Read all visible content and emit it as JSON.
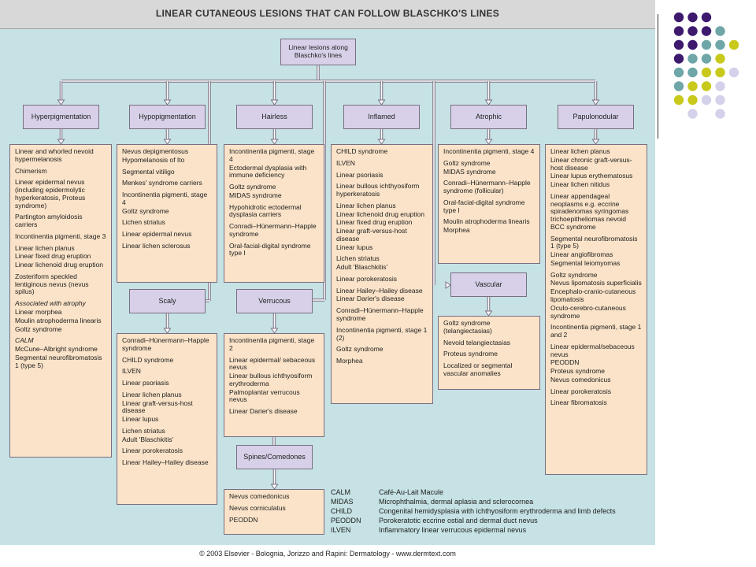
{
  "title": "LINEAR CUTANEOUS LESIONS THAT CAN FOLLOW BLASCHKO'S LINES",
  "root": "Linear lesions along Blaschko's lines",
  "categories": [
    {
      "id": "hyper",
      "label": "Hyperpigmentation",
      "items": [
        {
          "t": "Linear and whorled nevoid hypermelanosis"
        },
        {
          "t": "Chimerism"
        },
        {
          "t": "Linear epidermal nevus (including epidermolytic hyperkeratosis, Proteus syndrome)"
        },
        {
          "t": "Partington amyloidosis carriers"
        },
        {
          "t": "Incontinentia pigmenti, stage 3"
        },
        {
          "t": "Linear lichen planus",
          "nb": true
        },
        {
          "t": "Linear fixed drug eruption",
          "nb": true
        },
        {
          "t": "Linear lichenoid drug eruption"
        },
        {
          "t": "Zosteriform speckled lentiginous nevus (nevus spilus)"
        },
        {
          "t": "Associated with atrophy",
          "hg": true
        },
        {
          "t": "Linear morphea",
          "nb": true
        },
        {
          "t": "Moulin atrophoderma linearis",
          "nb": true
        },
        {
          "t": "Goltz syndrome"
        },
        {
          "t": "CALM",
          "hg": true
        },
        {
          "t": "McCune–Albright syndrome",
          "nb": true
        },
        {
          "t": "Segmental neurofibromatosis 1 (type 5)"
        }
      ]
    },
    {
      "id": "hypo",
      "label": "Hypopigmentation",
      "items": [
        {
          "t": "Nevus depigmentosus",
          "nb": true
        },
        {
          "t": "Hypomelanosis of Ito"
        },
        {
          "t": "Segmental vitiligo"
        },
        {
          "t": "Menkes' syndrome carriers"
        },
        {
          "t": "Incontinentia pigmenti, stage 4",
          "nb": true
        },
        {
          "t": "Goltz syndrome"
        },
        {
          "t": "Lichen striatus"
        },
        {
          "t": "Linear epidermal nevus"
        },
        {
          "t": "Linear lichen sclerosus"
        }
      ]
    },
    {
      "id": "hairless",
      "label": "Hairless",
      "items": [
        {
          "t": "Incontinentia pigmenti, stage 4",
          "nb": true
        },
        {
          "t": "Ectodermal dysplasia with immune deficiency"
        },
        {
          "t": "Goltz syndrome",
          "nb": true
        },
        {
          "t": "MIDAS syndrome"
        },
        {
          "t": "Hypohidrotic ectodermal dysplasia carriers"
        },
        {
          "t": "Conradi–Hünermann–Happle syndrome"
        },
        {
          "t": "Oral-facial-digital syndrome type I"
        }
      ]
    },
    {
      "id": "inflamed",
      "label": "Inflamed",
      "items": [
        {
          "t": "CHILD syndrome"
        },
        {
          "t": "ILVEN"
        },
        {
          "t": "Linear psoriasis"
        },
        {
          "t": "Linear bullous ichthyosiform hyperkeratosis"
        },
        {
          "t": "Linear lichen planus",
          "nb": true
        },
        {
          "t": "Linear lichenoid drug eruption",
          "nb": true
        },
        {
          "t": "Linear fixed drug eruption",
          "nb": true
        },
        {
          "t": "Linear graft-versus-host disease",
          "nb": true
        },
        {
          "t": "Linear lupus"
        },
        {
          "t": "Lichen striatus",
          "nb": true
        },
        {
          "t": "Adult 'Blaschkitis'"
        },
        {
          "t": "Linear porokeratosis"
        },
        {
          "t": "Linear Hailey–Hailey disease",
          "nb": true
        },
        {
          "t": "Linear Darier's disease"
        },
        {
          "t": "Conradi–Hünermann–Happle syndrome"
        },
        {
          "t": "Incontinentia pigmenti, stage 1 (2)"
        },
        {
          "t": "Goltz syndrome"
        },
        {
          "t": "Morphea"
        }
      ]
    },
    {
      "id": "atrophic",
      "label": "Atrophic",
      "items": [
        {
          "t": "Incontinentia pigmenti, stage 4"
        },
        {
          "t": "Goltz syndrome",
          "nb": true
        },
        {
          "t": "MIDAS syndrome"
        },
        {
          "t": "Conradi–Hünermann–Happle syndrome (follicular)"
        },
        {
          "t": "Oral-facial-digital syndrome type I"
        },
        {
          "t": "Moulin atrophoderma linearis",
          "nb": true
        },
        {
          "t": "Morphea"
        }
      ]
    },
    {
      "id": "papulo",
      "label": "Papulonodular",
      "items": [
        {
          "t": "Linear lichen planus",
          "nb": true
        },
        {
          "t": "Linear chronic graft-versus-host disease",
          "nb": true
        },
        {
          "t": "Linear lupus erythematosus",
          "nb": true
        },
        {
          "t": "Linear lichen nitidus"
        },
        {
          "t": "Linear appendageal neoplasms e.g. eccrine spiradenomas syringomas trichoepitheliomas nevoid BCC syndrome"
        },
        {
          "t": "Segmental neurofibromatosis 1 (type 5)",
          "nb": true
        },
        {
          "t": "Linear angiofibromas",
          "nb": true
        },
        {
          "t": "Segmental leiomyomas"
        },
        {
          "t": "Goltz syndrome",
          "nb": true
        },
        {
          "t": "Nevus lipomatosis superficialis",
          "nb": true
        },
        {
          "t": "Encephalo-cranio-cutaneous lipomatosis",
          "nb": true
        },
        {
          "t": "Oculo-cerebro-cutaneous syndrome"
        },
        {
          "t": "Incontinentia pigmenti, stage 1 and 2"
        },
        {
          "t": "Linear epidermal/sebaceous nevus",
          "nb": true
        },
        {
          "t": "PEODDN",
          "nb": true
        },
        {
          "t": "Proteus syndrome",
          "nb": true
        },
        {
          "t": "Nevus comedonicus"
        },
        {
          "t": "Linear porokeratosis"
        },
        {
          "t": "Linear fibromatosis"
        }
      ]
    },
    {
      "id": "scaly",
      "label": "Scaly",
      "items": [
        {
          "t": "Conradi–Hünermann–Happle syndrome"
        },
        {
          "t": "CHILD syndrome"
        },
        {
          "t": "ILVEN"
        },
        {
          "t": "Linear psoriasis"
        },
        {
          "t": "Linear lichen planus",
          "nb": true
        },
        {
          "t": "Linear graft-versus-host disease",
          "nb": true
        },
        {
          "t": "Linear lupus"
        },
        {
          "t": "Lichen striatus",
          "nb": true
        },
        {
          "t": "Adult 'Blaschkitis'"
        },
        {
          "t": "Linear porokeratosis"
        },
        {
          "t": "Linear Hailey–Hailey disease"
        }
      ]
    },
    {
      "id": "verrucous",
      "label": "Verrucous",
      "items": [
        {
          "t": "Incontinentia pigmenti, stage 2"
        },
        {
          "t": "Linear epidermal/ sebaceous nevus",
          "nb": true
        },
        {
          "t": "Linear bullous ichthyosiform erythroderma",
          "nb": true
        },
        {
          "t": "Palmoplantar verrucous nevus"
        },
        {
          "t": "Linear Darier's disease"
        }
      ]
    },
    {
      "id": "spines",
      "label": "Spines/Comedones",
      "items": [
        {
          "t": "Nevus comedonicus"
        },
        {
          "t": "Nevus corniculatus"
        },
        {
          "t": "PEODDN"
        }
      ]
    },
    {
      "id": "vascular",
      "label": "Vascular",
      "items": [
        {
          "t": "Goltz syndrome (telangiectasias)"
        },
        {
          "t": "Nevoid telangiectasias"
        },
        {
          "t": "Proteus syndrome"
        },
        {
          "t": "Localized or segmental vascular anomalies"
        }
      ]
    }
  ],
  "legend": [
    {
      "abbr": "CALM",
      "def": "Café-Au-Lait Macule"
    },
    {
      "abbr": "MIDAS",
      "def": "Microphthalmia, dermal aplasia and sclerocornea"
    },
    {
      "abbr": "CHILD",
      "def": "Congenital hemidysplasia with ichthyosiform erythroderma and limb defects"
    },
    {
      "abbr": "PEODDN",
      "def": "Porokeratotic eccrine ostial and dermal duct nevus"
    },
    {
      "abbr": "ILVEN",
      "def": "Inflammatory linear verrucous epidermal nevus"
    }
  ],
  "copyright": "© 2003 Elsevier - Bolognia, Jorizzo and Rapini: Dermatology - www.dermtext.com",
  "colors": {
    "purple": "#3d1a6e",
    "teal": "#6fa6a8",
    "lime": "#c9c91c",
    "lavender": "#d4d2ea"
  }
}
